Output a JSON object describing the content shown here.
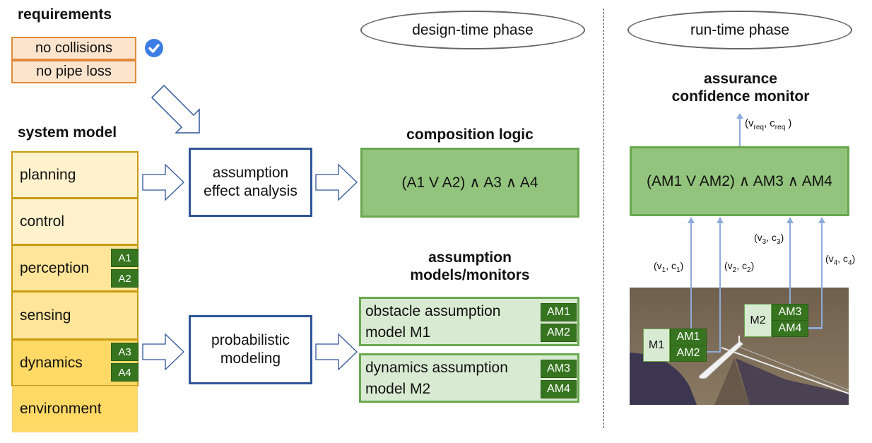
{
  "requirements": {
    "title": "requirements",
    "items": [
      "no collisions",
      "no pipe loss"
    ],
    "satisfied_icon": "check-circle-icon"
  },
  "system_model": {
    "title": "system model",
    "layers": [
      {
        "label": "planning",
        "tags": []
      },
      {
        "label": "control",
        "tags": []
      },
      {
        "label": "perception",
        "tags": [
          "A1",
          "A2"
        ]
      },
      {
        "label": "sensing",
        "tags": []
      },
      {
        "label": "dynamics",
        "tags": [
          "A3",
          "A4"
        ]
      },
      {
        "label": "environment",
        "tags": []
      }
    ]
  },
  "phases": {
    "design": "design-time phase",
    "runtime": "run-time phase"
  },
  "process": {
    "analysis": [
      "assumption",
      "effect analysis"
    ],
    "modeling": [
      "probabilistic",
      "modeling"
    ]
  },
  "composition": {
    "title": "composition logic",
    "formula": "(A1 V A2) ∧ A3 ∧ A4"
  },
  "assumption_models": {
    "title": [
      "assumption",
      "models/monitors"
    ],
    "models": [
      {
        "lines": [
          "obstacle assumption",
          "model M1"
        ],
        "tags": [
          "AM1",
          "AM2"
        ]
      },
      {
        "lines": [
          "dynamics assumption",
          "model M2"
        ],
        "tags": [
          "AM3",
          "AM4"
        ]
      }
    ]
  },
  "runtime": {
    "title": [
      "assurance",
      "confidence monitor"
    ],
    "formula": "(AM1 V AM2) ∧ AM3 ∧ AM4",
    "output": {
      "v": "v",
      "v_sub": "req",
      "c": "c",
      "c_sub": "req"
    },
    "inputs": [
      {
        "v_sub": "1",
        "c_sub": "1"
      },
      {
        "v_sub": "2",
        "c_sub": "2"
      },
      {
        "v_sub": "3",
        "c_sub": "3"
      },
      {
        "v_sub": "4",
        "c_sub": "4"
      }
    ],
    "scene": {
      "m1": {
        "label": "M1",
        "tags": [
          "AM1",
          "AM2"
        ]
      },
      "m2": {
        "label": "M2",
        "tags": [
          "AM3",
          "AM4"
        ]
      }
    }
  }
}
